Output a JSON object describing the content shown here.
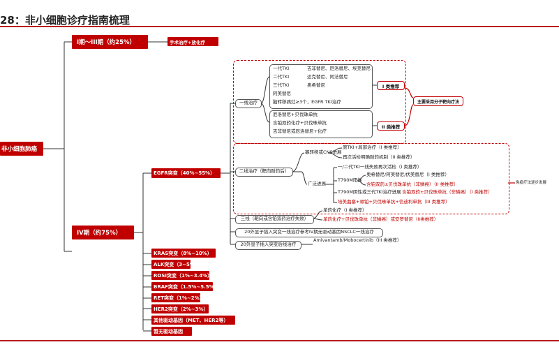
{
  "title": "28：非小细胞诊疗指南梳理",
  "root": "非小细胞肺癌",
  "stage_early": "I期～III期（约25%）",
  "stage_early_treatment": "手术治疗+放化疗",
  "stage_late": "IV期（约75%）",
  "egfr": "EGFR突变（40%~55%）",
  "other_mutations": [
    "KRAS突变（8%~10%）",
    "ALK突变（3~5%）",
    "ROSI突变（1%~3.4%）",
    "BRAF突变（1.5%~5.5%）",
    "RET突变（1%~2%）",
    "HER2突变（2%~3%）",
    "其他驱动基因（MET、HER2等）",
    "暂无驱动基因"
  ],
  "first_line": {
    "label": "一线治疗",
    "tki": [
      {
        "name": "一代TKI",
        "drugs": "吉非替尼、厄洛替尼、埃克替尼"
      },
      {
        "name": "二代TKI",
        "drugs": "达克替尼、阿法替尼"
      },
      {
        "name": "三代TKI",
        "drugs": "奥希替尼"
      },
      {
        "name": "阿美替尼",
        "drugs": ""
      },
      {
        "name": "脑转移病灶≥3个，EGFR TKI治疗",
        "drugs": ""
      }
    ],
    "class1": "I 类推荐",
    "combo": [
      "厄洛替尼+贝伐珠单抗",
      "含铂双药化疗+贝伐珠单抗",
      "吉非替尼或厄洛替尼+化疗"
    ],
    "class2": "II 类推荐",
    "targeted_note": "主要采用分子靶向疗法"
  },
  "second_line": {
    "label": "二线治疗（靶向耐药后）",
    "brain": "寡转移或CNS进展",
    "brain_items": [
      "原TKI+局部治疗（I 类推荐）",
      "再次活检明确耐药机制（II 类推荐）"
    ],
    "gen12": "一/二代TKI一线失败再次活检（I 类推荐）",
    "wide": "广泛进展",
    "t790m_pos": "T790M阳性",
    "t790m_pos_items": [
      "奥希替尼/阿美替尼/伏美替尼（I 类推荐）",
      "含铂双药±贝伐珠单抗（非鳞癌）（II 类推荐）"
    ],
    "t790m_neg": "T790M阴性或三代TKI治疗进展",
    "t790m_neg_item": "含铂双药±贝伐珠单抗（非鳞癌）（I 类推荐）",
    "extra": "培美曲塞+顺铂+贝伐珠单抗+信迪利单抗（III 类推荐）",
    "immune_note": "免疫疗法逐步发展"
  },
  "third_line": {
    "label": "三线（靶向或含铂双药治疗失败）",
    "items": [
      "单药化疗（I 类推荐）",
      "单药化疗+贝伐珠单抗（非鳞癌）或安罗替尼（II类推荐）"
    ]
  },
  "exon20_first": "20外显子插入突变一线治疗参考IV期无驱动基因NSCLC一线治疗",
  "exon20_after": "20外显子插入突变后线治疗",
  "exon20_after_item": "Amivantamb/Mobocertinib（III 类推荐）"
}
